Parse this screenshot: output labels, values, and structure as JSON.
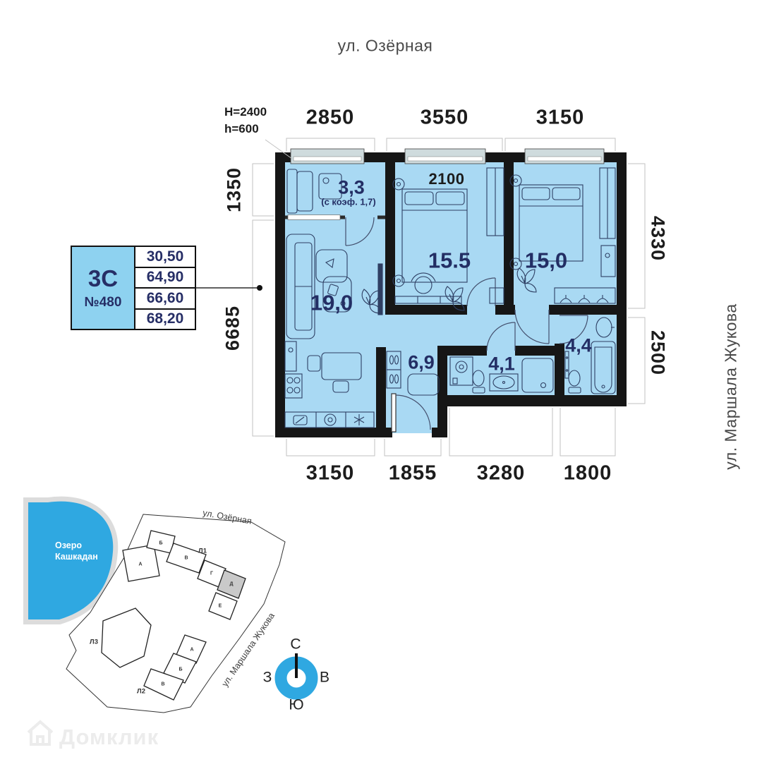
{
  "streets": {
    "top": "ул. Озёрная",
    "right": "ул. Маршала Жукова"
  },
  "dims": {
    "ceiling_height": "H=2400",
    "sill_height": "h=600",
    "top": [
      "2850",
      "3550",
      "3150"
    ],
    "bottom": [
      "3150",
      "1855",
      "3280",
      "1800"
    ],
    "left": [
      "1350",
      "6685"
    ],
    "right": [
      "4330",
      "2500"
    ],
    "bed_width": "2100"
  },
  "rooms": {
    "balcony": {
      "area": "3,3",
      "coef": "(с коэф. 1,7)"
    },
    "living": {
      "area": "19,0"
    },
    "bedroom1": {
      "area": "15.5"
    },
    "bedroom2": {
      "area": "15,0"
    },
    "hall": {
      "area": "6,9"
    },
    "bathroom1": {
      "area": "4,1"
    },
    "bathroom2": {
      "area": "4,4"
    }
  },
  "info_box": {
    "plan_type": "3С",
    "apartment_number": "№480",
    "areas": [
      "30,50",
      "64,90",
      "66,60",
      "68,20"
    ]
  },
  "site_map": {
    "lake_name": "Озеро\nКашкадан",
    "street_top": "ул. Озёрная",
    "street_right": "ул. Маршала Жукова",
    "building_labels": [
      "Л1",
      "Л2",
      "Л3"
    ],
    "l1_sections": [
      "А",
      "Б",
      "В",
      "Г",
      "Д",
      "Е"
    ],
    "l2_sections": [
      "А",
      "Б",
      "В"
    ]
  },
  "compass": {
    "north": "С",
    "south": "Ю",
    "west": "З",
    "east": "В"
  },
  "watermark": "Домклик",
  "colors": {
    "room_fill": "#a9d9f3",
    "wall": "#161616",
    "accent_blue": "#2fa8e1",
    "label_navy": "#232e64",
    "window_gray": "#cfdbdd",
    "info_fill": "#8ed2f0"
  }
}
